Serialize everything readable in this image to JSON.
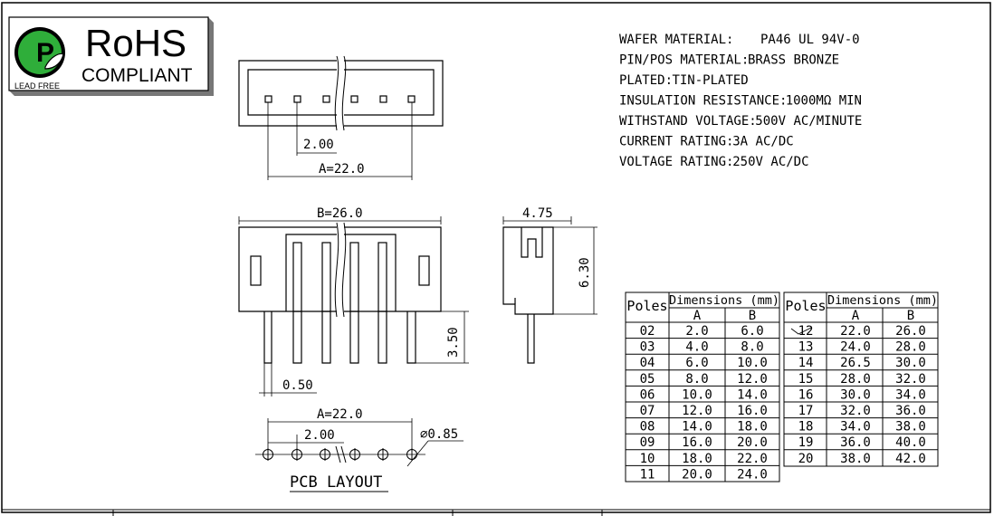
{
  "logo": {
    "main": "RoHS",
    "sub": "COMPLIANT",
    "lead_free": "LEAD FREE",
    "badge_letter": "P",
    "badge_color": "#2fae3a"
  },
  "specs": [
    {
      "label": "WAFER MATERIAL:",
      "value": "PA46  UL 94V-0"
    },
    {
      "label": "PIN/POS MATERIAL:",
      "value": "BRASS BRONZE"
    },
    {
      "label": "PLATED:",
      "value": "TIN-PLATED"
    },
    {
      "label": "INSULATION RESISTANCE:",
      "value": "1000MΩ MIN"
    },
    {
      "label": "WITHSTAND VOLTAGE:",
      "value": "500V AC/MINUTE"
    },
    {
      "label": "CURRENT RATING:",
      "value": "3A AC/DC"
    },
    {
      "label": "VOLTAGE RATING:",
      "value": "250V AC/DC"
    }
  ],
  "dims": {
    "pitch": "2.00",
    "a_top": "A=22.0",
    "b": "B=26.0",
    "width_side": "4.75",
    "height_side": "6.30",
    "pin_len": "3.50",
    "pin_w": "0.50",
    "a_pcb": "A=22.0",
    "pitch_pcb": "2.00",
    "hole": "∅0.85",
    "pcb_title": "PCB LAYOUT"
  },
  "tables": {
    "h_poles": "Poles",
    "h_dims": "Dimensions (mm)",
    "h_a": "A",
    "h_b": "B",
    "left": [
      [
        "02",
        "2.0",
        "6.0"
      ],
      [
        "03",
        "4.0",
        "8.0"
      ],
      [
        "04",
        "6.0",
        "10.0"
      ],
      [
        "05",
        "8.0",
        "12.0"
      ],
      [
        "06",
        "10.0",
        "14.0"
      ],
      [
        "07",
        "12.0",
        "16.0"
      ],
      [
        "08",
        "14.0",
        "18.0"
      ],
      [
        "09",
        "16.0",
        "20.0"
      ],
      [
        "10",
        "18.0",
        "22.0"
      ],
      [
        "11",
        "20.0",
        "24.0"
      ]
    ],
    "right": [
      [
        "12",
        "22.0",
        "26.0"
      ],
      [
        "13",
        "24.0",
        "28.0"
      ],
      [
        "14",
        "26.5",
        "30.0"
      ],
      [
        "15",
        "28.0",
        "32.0"
      ],
      [
        "16",
        "30.0",
        "34.0"
      ],
      [
        "17",
        "32.0",
        "36.0"
      ],
      [
        "18",
        "34.0",
        "38.0"
      ],
      [
        "19",
        "36.0",
        "40.0"
      ],
      [
        "20",
        "38.0",
        "42.0"
      ]
    ]
  }
}
